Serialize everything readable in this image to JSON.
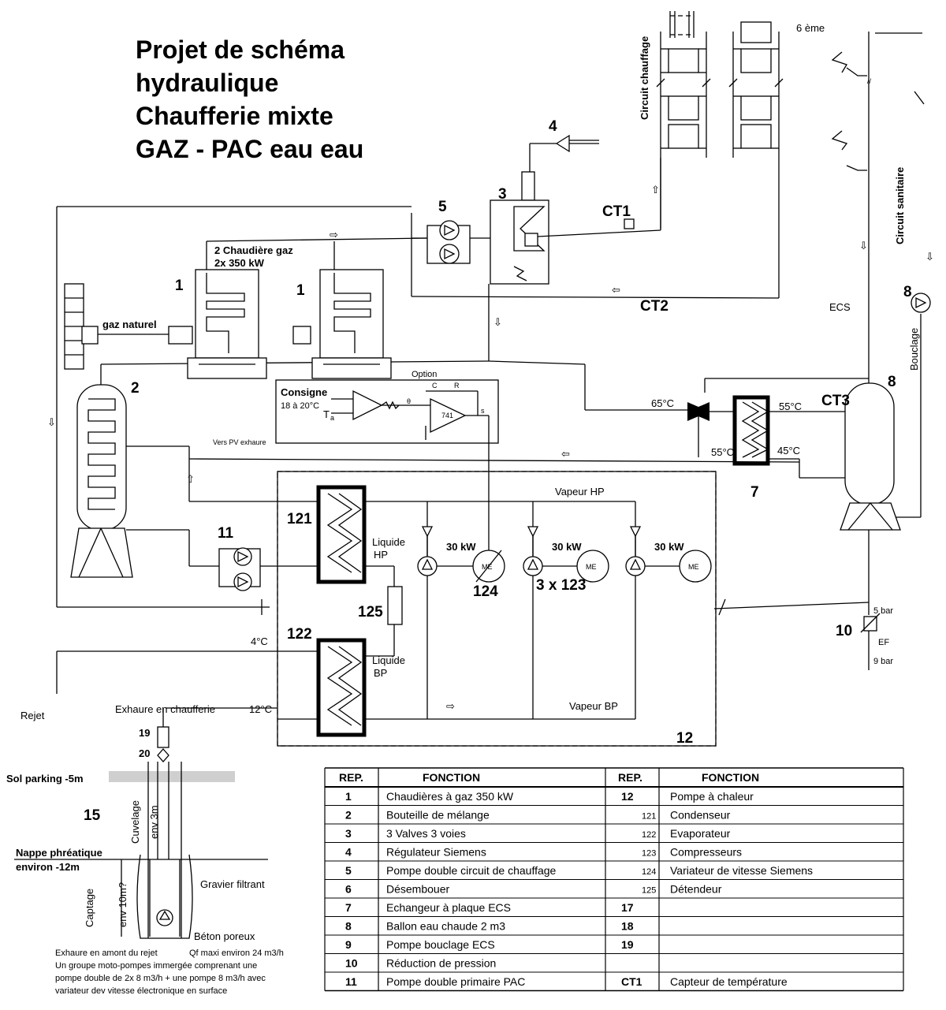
{
  "title_lines": [
    "Projet de schéma",
    "hydraulique",
    "Chaufferie mixte",
    "GAZ -  PAC eau eau"
  ],
  "labels": {
    "circuit_chauffage": "Circuit chauffage",
    "sixieme": "6 ème",
    "circuit_sanitaire": "Circuit sanitaire",
    "ecs": "ECS",
    "bouclage": "Bouclage",
    "chaudiere_title_1": "2 Chaudière gaz",
    "chaudiere_title_2": "2x 350 kW",
    "gaz_naturel": "gaz naturel",
    "ct1": "CT1",
    "ct2": "CT2",
    "ct3": "CT3",
    "option": "Option",
    "consigne_1": "Consigne",
    "consigne_2": "18 à 20°C",
    "t_a": "T",
    "t_a_sub": "a",
    "ampli_c": "C",
    "ampli_r": "R",
    "ampli_741": "741",
    "ampli_s": "s",
    "ampli_theta": "θ",
    "vers_pv": "Vers PV exhaure",
    "temp_65": "65°C",
    "temp_55_top": "55°C",
    "temp_55_bottom": "55°C",
    "temp_45": "45°C",
    "vapeur_hp": "Vapeur HP",
    "vapeur_bp": "Vapeur BP",
    "liquide_hp_1": "Liquide",
    "liquide_hp_2": "HP",
    "liquide_bp_1": "Liquide",
    "liquide_bp_2": "BP",
    "kw1": "30 kW",
    "kw2": "30 kW",
    "kw3": "30 kW",
    "moteur": "ME",
    "temp_4": "4°C",
    "temp_12": "12°C",
    "rejet": "Rejet",
    "exhaure_chaufferie": "Exhaure en chaufferie",
    "bar5": "5 bar",
    "bar9": "9 bar",
    "ef": "EF",
    "sol_parking": "Sol parking -5m",
    "cuvelage": "Cuvelage",
    "env3m": "env 3m",
    "nappe_1": "Nappe phréatique",
    "nappe_2": "environ -12m",
    "gravier": "Gravier filtrant",
    "captage": "Captage",
    "env10m": "env 10m?",
    "beton": "Béton poreux",
    "note_1": "Exhaure en amont du rejet",
    "note_qf": "Qf maxi environ 24 m3/h",
    "note_2": "Un groupe moto-pompes immergée comprenant une",
    "note_3": "pompe double de 2x   8 m3/h + une pompe 8 m3/h avec",
    "note_4": "variateur dev vitesse électronique en surface"
  },
  "numbers": {
    "n1a": "1",
    "n1b": "1",
    "n2": "2",
    "n3": "3",
    "n4": "4",
    "n5": "5",
    "n7": "7",
    "n8a": "8",
    "n8b": "8",
    "n10": "10",
    "n11": "11",
    "n12": "12",
    "n15": "15",
    "n19": "19",
    "n20": "20",
    "n121": "121",
    "n122": "122",
    "n124": "124",
    "n123": "3 x 123",
    "n125": "125"
  },
  "table": {
    "headers": [
      "REP.",
      "FONCTION",
      "REP.",
      "FONCTION"
    ],
    "rows": [
      [
        "1",
        "Chaudières à gaz 350 kW",
        "12",
        "Pompe à chaleur"
      ],
      [
        "2",
        "Bouteille de mélange",
        "121",
        "Condenseur"
      ],
      [
        "3",
        "3 Valves 3 voies",
        "122",
        "Evaporateur"
      ],
      [
        "4",
        "Régulateur Siemens",
        "123",
        "Compresseurs"
      ],
      [
        "5",
        "Pompe double circuit de chauffage",
        "124",
        "Variateur de vitesse Siemens"
      ],
      [
        "6",
        "Désembouer",
        "125",
        "Détendeur"
      ],
      [
        "7",
        "Echangeur à plaque ECS",
        "17",
        ""
      ],
      [
        "8",
        "Ballon eau chaude 2 m3",
        "18",
        ""
      ],
      [
        "9",
        "Pompe bouclage ECS",
        "19",
        ""
      ],
      [
        "10",
        "Réduction de pression",
        "",
        ""
      ],
      [
        "11",
        "Pompe double primaire PAC",
        "CT1",
        "Capteur de température"
      ]
    ]
  }
}
